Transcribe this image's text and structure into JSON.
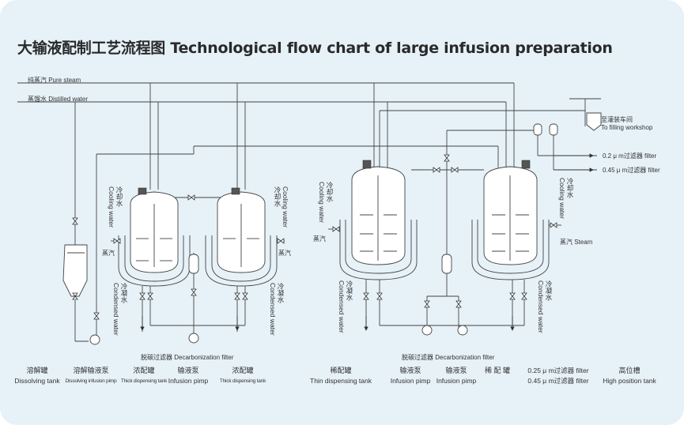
{
  "title": "大输液配制工艺流程图 Technological flow chart of large infusion preparation",
  "lines": {
    "pure_steam": "纯蒸汽  Pure steam",
    "distilled_water": "蒸馏水  Distilled water",
    "to_filling_cn": "至灌装车间",
    "to_filling_en": "To filling workshop",
    "filter_02": "0.2 μ m过滤器    filter",
    "filter_045": "0.45 μ m过滤器    filter"
  },
  "side_labels": {
    "cooling_water_cn": "冷却水",
    "cooling_water_en": "Cooling water",
    "condensed_water_cn": "冷凝水",
    "condensed_water_en": "Condensed water",
    "steam_cn": "蒸汽",
    "steam_en": "蒸汽  Steam"
  },
  "mid_labels": {
    "decarb_filter_1": "脱碳过滤器 Decarbonization filter",
    "decarb_filter_2": "脱碳过滤器 Decarbonization filter"
  },
  "equipment": [
    {
      "cn": "溶解罐",
      "en": "Dissolving tank"
    },
    {
      "cn": "溶解输液泵",
      "en": "Dissolving infusion pimp"
    },
    {
      "cn": "浓配罐",
      "en": "Thick dispensing tank"
    },
    {
      "cn": "输液泵",
      "en": "Infusion pimp"
    },
    {
      "cn": "浓配罐",
      "en": "Thick dispensing tank"
    },
    {
      "cn": "稀配罐",
      "en": "Thin dispensing tank"
    },
    {
      "cn": "输液泵",
      "en": "Infusion pimp"
    },
    {
      "cn": "输液泵",
      "en": "Infusion pimp"
    },
    {
      "cn": "稀 配 罐",
      "en": ""
    },
    {
      "cn": "0.25 μ m过滤器 filter",
      "en": "0.45 μ m过滤器 filter"
    },
    {
      "cn": "高位槽",
      "en": "High position tank"
    }
  ]
}
